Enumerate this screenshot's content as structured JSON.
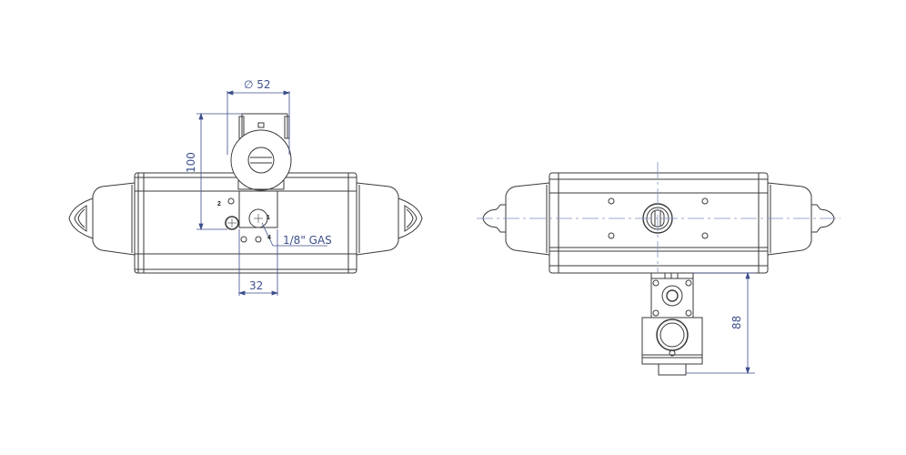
{
  "drawing": {
    "views": [
      {
        "name": "front-view",
        "description": "Actuator front view with solenoid valve"
      },
      {
        "name": "side-view",
        "description": "Actuator top view with solenoid valve below"
      }
    ],
    "dimensions": {
      "coil_diameter": "∅ 52",
      "height_100": "100",
      "width_32": "32",
      "thread": "1/8\" GAS",
      "height_88": "88"
    },
    "ports": {
      "p1": "1",
      "p2": "2",
      "p4": "4"
    },
    "colors": {
      "line": "#3a3a3a",
      "dimension": "#3c4f8c",
      "centerline": "#7f8fc4"
    }
  }
}
